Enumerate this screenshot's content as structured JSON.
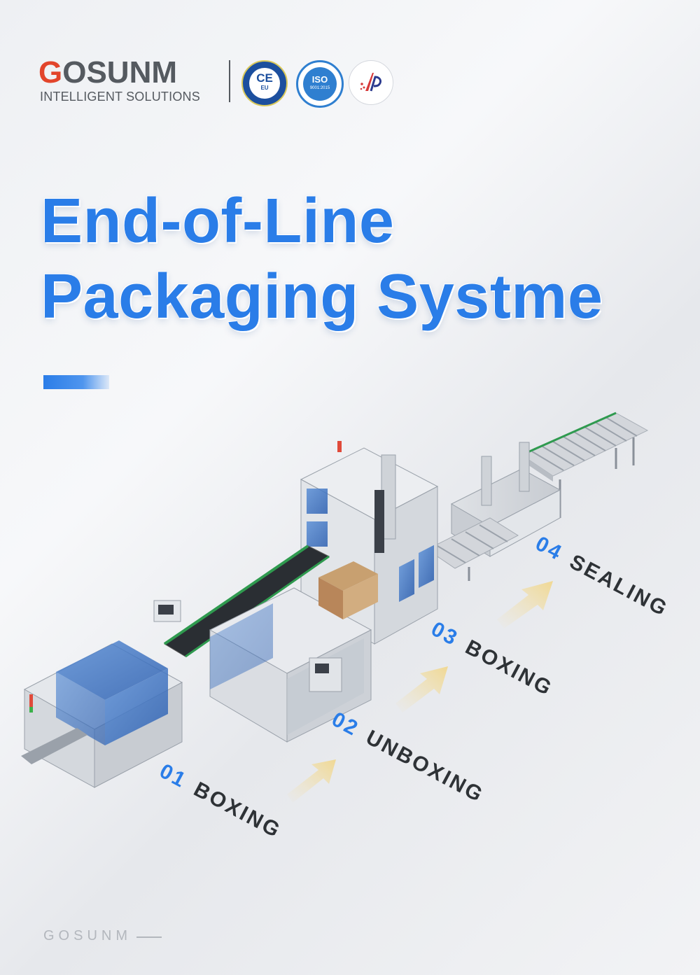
{
  "header": {
    "brand_prefix": "G",
    "brand_rest": "OSUNM",
    "tagline": "INTELLIGENT SOLUTIONS",
    "badges": {
      "ce_label": "CE",
      "ce_sub": "EU",
      "iso_label": "ISO",
      "iso_sub": "9001:2015"
    }
  },
  "title": {
    "line1": "End-of-Line",
    "line2": "Packaging Systme"
  },
  "steps": [
    {
      "number": "01",
      "label": "BOXING"
    },
    {
      "number": "02",
      "label": "UNBOXING"
    },
    {
      "number": "03",
      "label": "BOXING"
    },
    {
      "number": "04",
      "label": "SEALING"
    }
  ],
  "footer": {
    "brand": "GOSUNM"
  },
  "colors": {
    "title_blue": "#2a7de8",
    "brand_gray": "#555a60",
    "brand_red": "#e2452b",
    "arrow": "#f3e2b2"
  },
  "icons": [
    "ce-mark-icon",
    "iso-certified-icon",
    "ip-mark-icon",
    "arrow-up-right-icon"
  ]
}
